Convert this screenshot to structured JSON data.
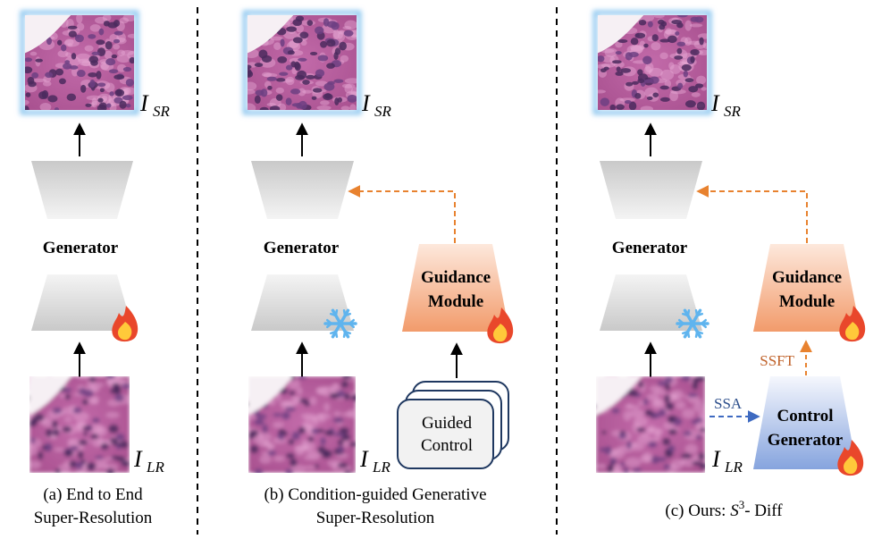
{
  "colors": {
    "trapezoid_light": "#f0f0f0",
    "trapezoid_dark": "#c8c8c8",
    "guidance_top": "#fde3d3",
    "guidance_bottom": "#f0a274",
    "control_top": "#f3f6fd",
    "control_bottom": "#8aa8e0",
    "orange_arrow": "#e8822f",
    "blue_arrow": "#3e6ac1",
    "sr_border": "#8fc7f0",
    "tissue_bg": "#c06aa6",
    "tissue_nucleus": "#4b2a5e",
    "snowflake": "#5fb4ee",
    "flame_outer": "#e9472b",
    "flame_inner": "#ffc93a"
  },
  "panels": [
    {
      "id": "a",
      "output_label": {
        "base": "I",
        "sub": "SR"
      },
      "input_label": {
        "base": "I",
        "sub": "LR"
      },
      "generator_label": "Generator",
      "generator_status": "trainable",
      "caption_lines": [
        "(a) End to End",
        "Super-Resolution"
      ]
    },
    {
      "id": "b",
      "output_label": {
        "base": "I",
        "sub": "SR"
      },
      "input_label": {
        "base": "I",
        "sub": "LR"
      },
      "generator_label": "Generator",
      "generator_status": "frozen",
      "guidance_label_lines": [
        "Guidance",
        "Module"
      ],
      "guided_control_lines": [
        "Guided",
        "Control"
      ],
      "caption_lines": [
        "(b) Condition-guided  Generative",
        "Super-Resolution"
      ]
    },
    {
      "id": "c",
      "output_label": {
        "base": "I",
        "sub": "SR"
      },
      "input_label": {
        "base": "I",
        "sub": "LR"
      },
      "generator_label": "Generator",
      "generator_status": "frozen",
      "guidance_label_lines": [
        "Guidance",
        "Module"
      ],
      "control_generator_lines": [
        "Control",
        "Generator"
      ],
      "ssa_label": "SSA",
      "ssft_label": "SSFT",
      "caption_prefix": "(c) Ours: ",
      "caption_math_base": "S",
      "caption_math_sup": "3",
      "caption_suffix": "- Diff"
    }
  ],
  "icons": {
    "trainable": "fire-icon",
    "frozen": "snowflake-icon"
  }
}
